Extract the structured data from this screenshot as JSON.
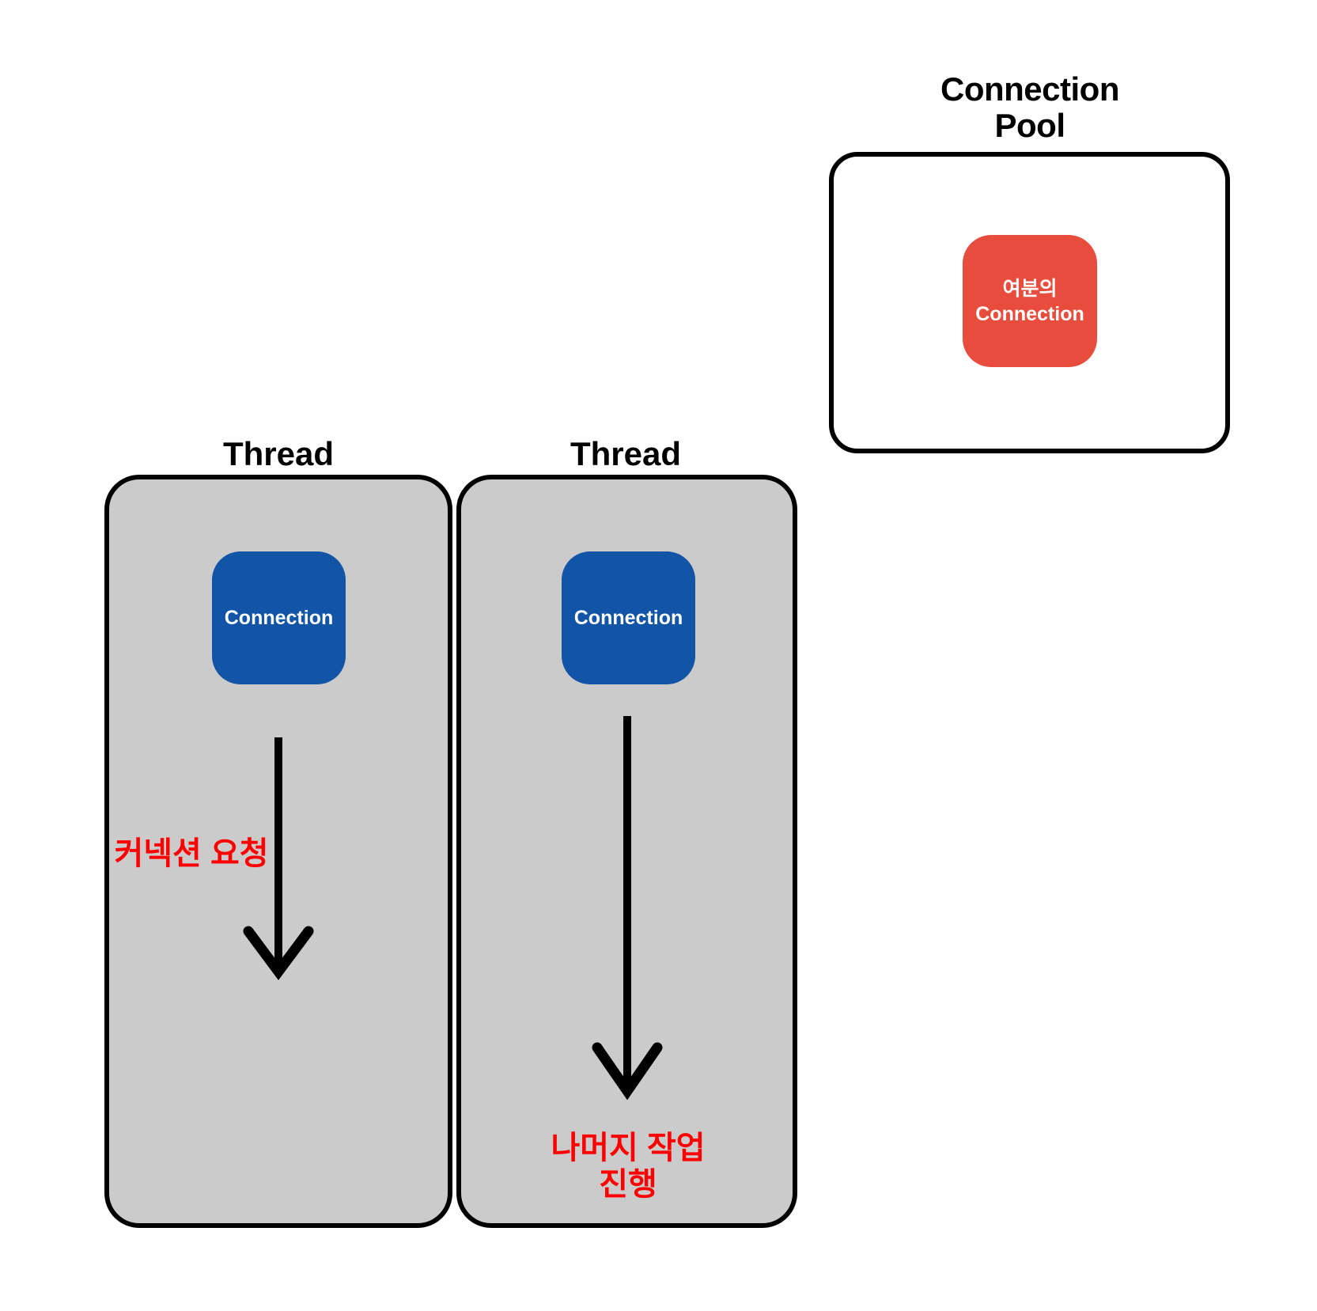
{
  "pool": {
    "title_line1": "Connection",
    "title_line2": "Pool",
    "spare_connection_line1": "여분의",
    "spare_connection_line2": "Connection"
  },
  "threads": [
    {
      "title": "Thread",
      "connection_label": "Connection",
      "annotation": "커넥션 요청"
    },
    {
      "title": "Thread",
      "connection_label": "Connection",
      "annotation_line1": "나머지 작업",
      "annotation_line2": "진행"
    }
  ],
  "colors": {
    "page-bg": "#FFFFFF",
    "thread-gray": "#CBCBCB",
    "accent-blue": "#1254A5",
    "accent-red": "#E84C3D",
    "annotation-red": "#FF0000",
    "outline-black": "#000000"
  }
}
